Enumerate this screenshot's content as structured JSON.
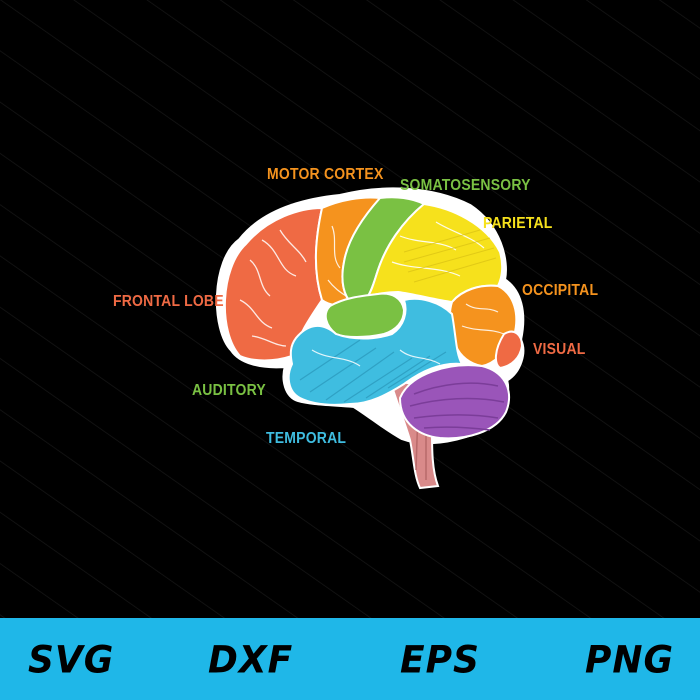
{
  "colors": {
    "background": "#000000",
    "bar": "#1fb7e8",
    "frontal": "#ef6a44",
    "motor": "#f5931e",
    "somatosensory": "#7ac143",
    "parietal": "#f6e11c",
    "occipital": "#f5931e",
    "visual": "#ef6a44",
    "temporal": "#3fbde0",
    "auditory": "#7ac143",
    "cerebellum": "#9a55b9",
    "brainstem": "#d98a8a"
  },
  "labels": {
    "motor_cortex": "MOTOR CORTEX",
    "somatosensory": "SOMATOSENSORY",
    "parietal": "PARIETAL",
    "occipital": "OCCIPITAL",
    "visual": "VISUAL",
    "frontal_lobe": "FRONTAL LOBE",
    "auditory": "AUDITORY",
    "temporal": "TEMPORAL"
  },
  "formats": [
    "SVG",
    "DXF",
    "EPS",
    "PNG"
  ]
}
